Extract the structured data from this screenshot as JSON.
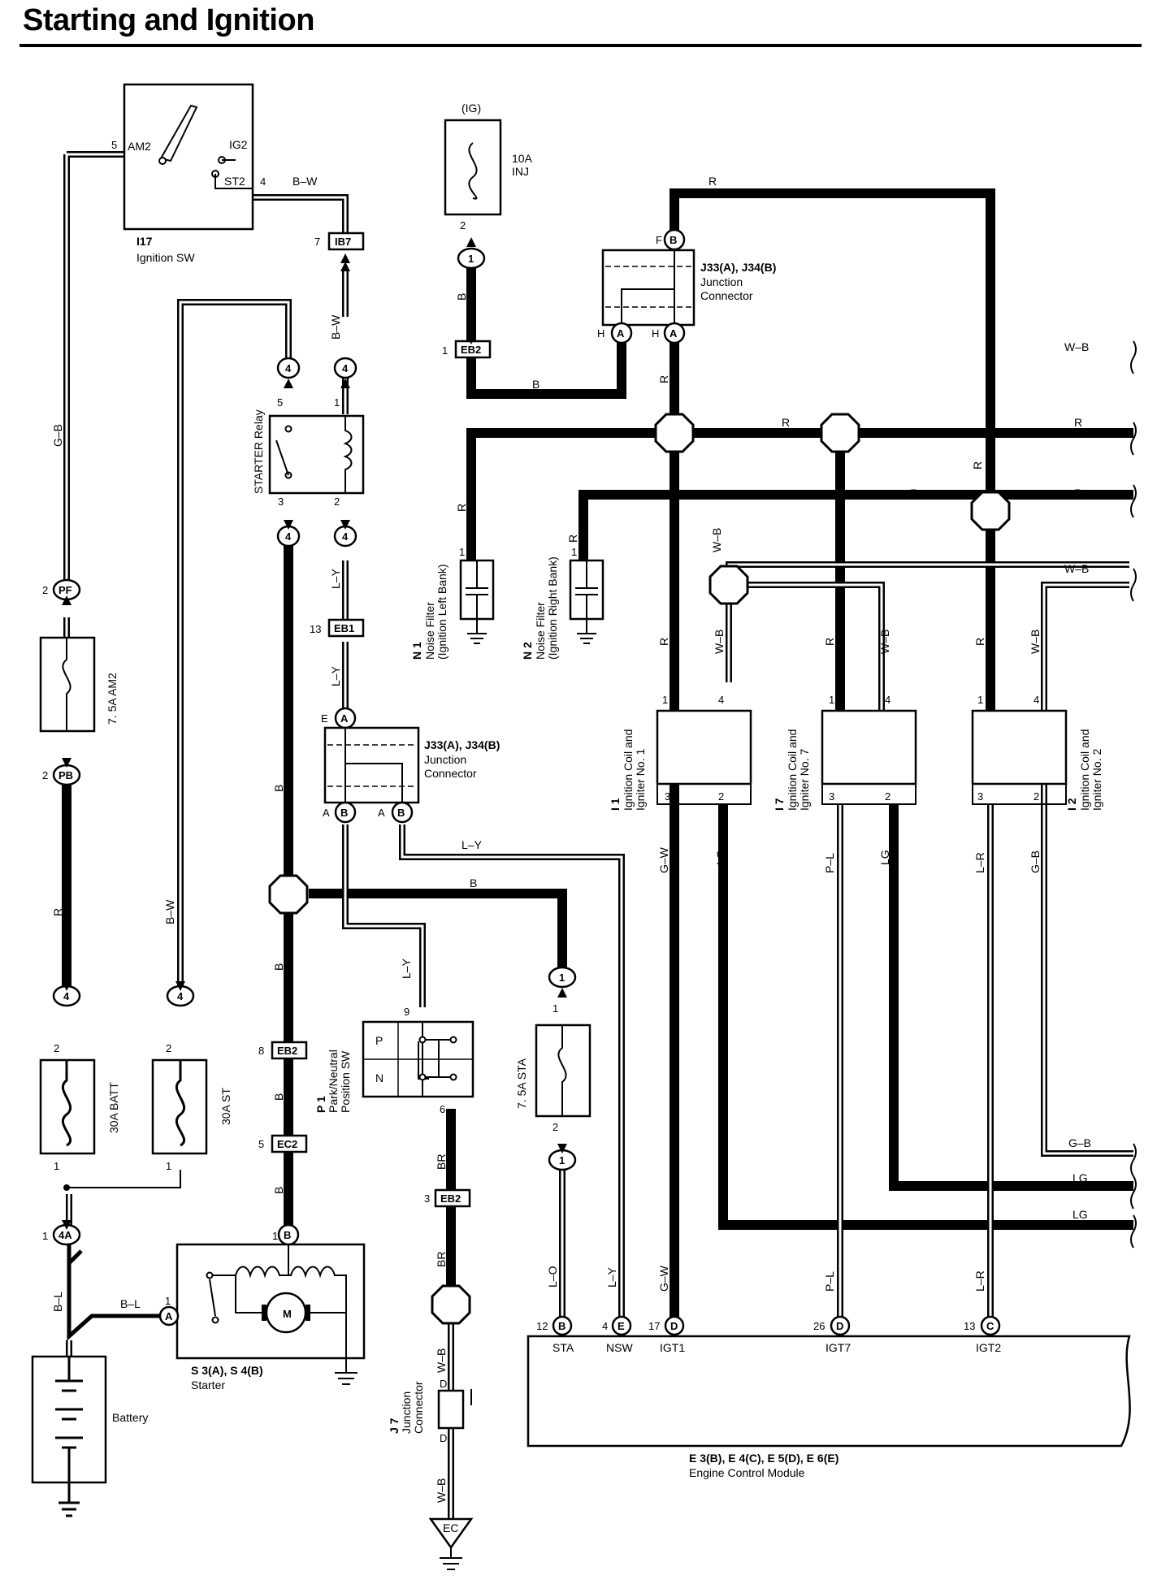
{
  "title": "Starting and Ignition",
  "components": {
    "ignition_sw": {
      "code": "I17",
      "name": "Ignition SW",
      "terminals": [
        "AM2",
        "IG2",
        "ST2"
      ]
    },
    "fuse_inj": {
      "source": "(IG)",
      "rating": "10A",
      "name": "INJ"
    },
    "starter_relay": {
      "name": "STARTER Relay"
    },
    "junction_top": {
      "code": "J33(A), J34(B)",
      "line1": "Junction",
      "line2": "Connector"
    },
    "junction_mid": {
      "code": "J33(A), J34(B)",
      "line1": "Junction",
      "line2": "Connector"
    },
    "noise_filter_1": {
      "code": "N 1",
      "line1": "Noise Filter",
      "line2": "(Ignition Left Bank)"
    },
    "noise_filter_2": {
      "code": "N 2",
      "line1": "Noise Filter",
      "line2": "(Ignition Right Bank)"
    },
    "igniter_1": {
      "code": "I 1",
      "line1": "Ignition Coil and",
      "line2": "Igniter No. 1"
    },
    "igniter_7": {
      "code": "I 7",
      "line1": "Ignition Coil and",
      "line2": "Igniter No. 7"
    },
    "igniter_2": {
      "code": "I 2",
      "line1": "Ignition Coil and",
      "line2": "Igniter No. 2"
    },
    "fuse_am2": {
      "name": "7. 5A AM2"
    },
    "fuse_batt": {
      "name": "30A BATT"
    },
    "fuse_st": {
      "name": "30A ST"
    },
    "fuse_sta": {
      "name": "7. 5A STA"
    },
    "pnp_sw": {
      "code": "P 1",
      "line1": "Park/Neutral",
      "line2": "Position SW",
      "positions": [
        "P",
        "N"
      ]
    },
    "starter": {
      "code": "S 3(A), S 4(B)",
      "name": "Starter",
      "motor": "M"
    },
    "battery": {
      "name": "Battery"
    },
    "j7": {
      "code": "J 7",
      "line1": "Junction",
      "line2": "Connector"
    },
    "ecm": {
      "code": "E 3(B), E 4(C), E 5(D), E 6(E)",
      "name": "Engine Control Module",
      "pins": [
        "STA",
        "NSW",
        "IGT1",
        "IGT7",
        "IGT2"
      ]
    },
    "ground_ec": "EC"
  },
  "connectors": {
    "IB7": "IB7",
    "EB2": "EB2",
    "EB1": "EB1",
    "EC2": "EC2",
    "PF": "PF",
    "PB": "PB",
    "4A": "4A",
    "A": "A",
    "B": "B",
    "C": "C",
    "D": "D",
    "E": "E",
    "F": "F",
    "H": "H",
    "n1": "1",
    "n2": "2",
    "n3": "3",
    "n4": "4",
    "n5": "5",
    "n6": "6",
    "n7": "7",
    "n8": "8",
    "n9": "9",
    "n12": "12",
    "n13": "13",
    "n17": "17",
    "n26": "26"
  },
  "wire_colors": {
    "R": "R",
    "B": "B",
    "BW": "B–W",
    "GB": "G–B",
    "LY": "L–Y",
    "WB": "W–B",
    "LG": "LG",
    "GW": "G–W",
    "PL": "P–L",
    "LR": "L–R",
    "BR": "BR",
    "BL": "B–L",
    "LO": "L–O"
  }
}
